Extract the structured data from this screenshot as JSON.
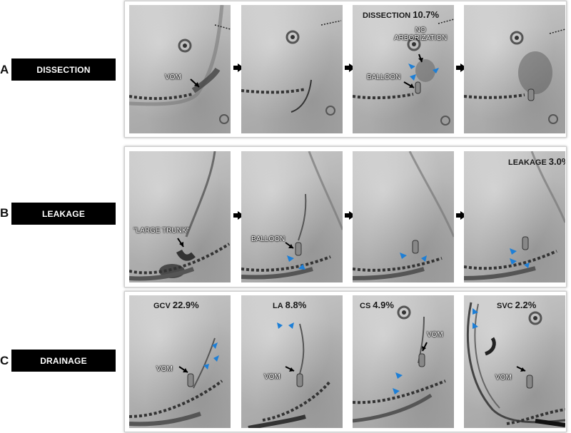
{
  "rows": [
    {
      "letter": "A",
      "label": "DISSECTION"
    },
    {
      "letter": "B",
      "label": "LEAKAGE"
    },
    {
      "letter": "C",
      "label": "DRAINAGE"
    }
  ],
  "panels": {
    "a1": {
      "vom": "VOM"
    },
    "a3": {
      "title": "DISSECTION",
      "value": "10.7%",
      "no_arborization": "NO\nARBORIZATION",
      "balloon": "BALLOON"
    },
    "b1": {
      "large_trunk": "\"LARGE TRUNK\""
    },
    "b2": {
      "balloon": "BALLOON"
    },
    "b4": {
      "title": "LEAKAGE",
      "value": "3.0%"
    },
    "c1": {
      "title": "GCV",
      "value": "22.9%",
      "vom": "VOM"
    },
    "c2": {
      "title": "LA",
      "value": "8.8%",
      "vom": "VOM"
    },
    "c3": {
      "title": "CS",
      "value": "4.9%",
      "vom": "VOM"
    },
    "c4": {
      "title": "SVC",
      "value": "2.2%",
      "vom": "VOM"
    }
  },
  "colors": {
    "marker_arrow": "#1e7fd6",
    "label_bg": "#000000"
  },
  "icons": [
    "right-arrow-icon",
    "blue-arrow-icon",
    "black-arrow-icon",
    "ring-marker-icon",
    "balloon-icon",
    "catheter-icon"
  ]
}
